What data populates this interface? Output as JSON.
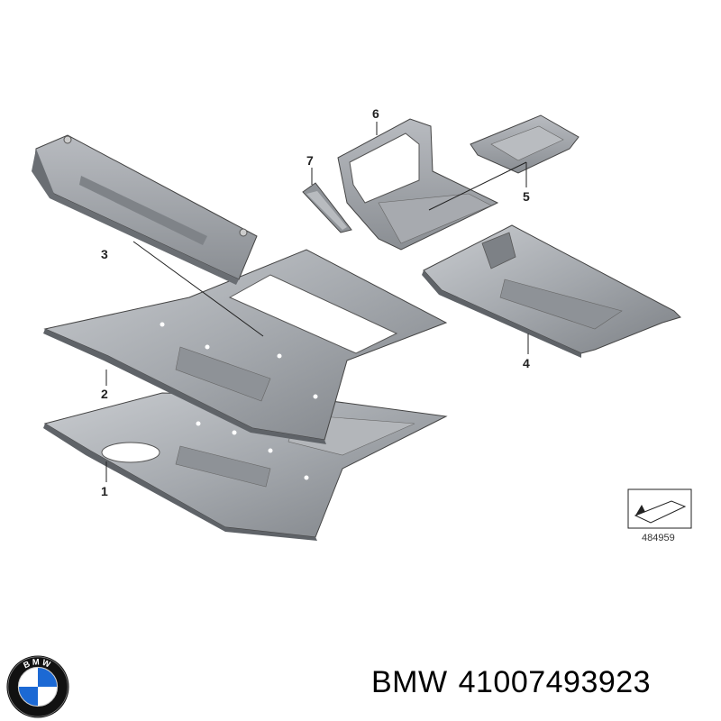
{
  "diagram": {
    "callouts": [
      {
        "id": "1",
        "label": "1"
      },
      {
        "id": "2",
        "label": "2"
      },
      {
        "id": "3",
        "label": "3"
      },
      {
        "id": "4",
        "label": "4"
      },
      {
        "id": "5",
        "label": "5"
      },
      {
        "id": "6",
        "label": "6"
      },
      {
        "id": "7",
        "label": "7"
      }
    ],
    "reference_number": "484959"
  },
  "footer": {
    "brand": "BMW",
    "part_number": "41007493923"
  },
  "logo": {
    "text": "BMW",
    "colors": {
      "ring": "#111111",
      "blue": "#1c69d4",
      "white": "#ffffff"
    }
  },
  "colors": {
    "part_fill": "#9a9ea3",
    "part_shadow": "#6e7277",
    "part_light": "#c4c7cb",
    "line": "#333333"
  }
}
